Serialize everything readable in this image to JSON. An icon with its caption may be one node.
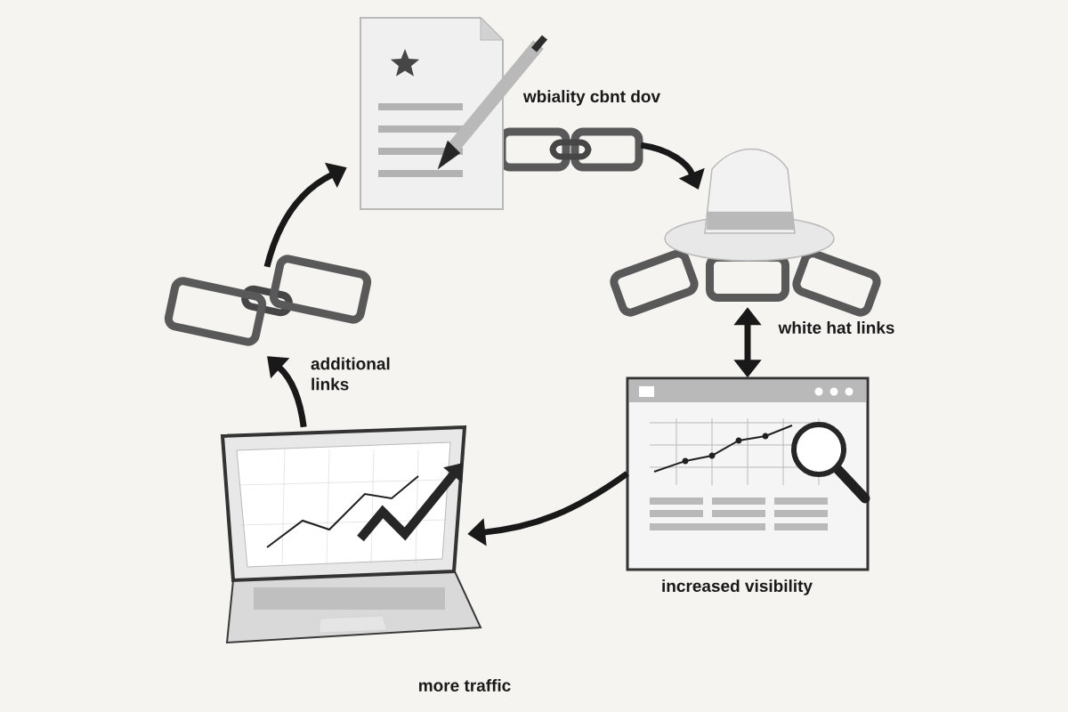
{
  "diagram": {
    "nodes": [
      {
        "text": [],
        "shape": "picture",
        "beside": [
          "wbiality cbnt dov"
        ]
      },
      {
        "text": [],
        "shape": "picture",
        "beside": [
          "white hat links"
        ]
      },
      {
        "text": [],
        "shape": "picture",
        "beside": [
          "increased visibility"
        ]
      },
      {
        "text": [],
        "shape": "picture",
        "beside": [
          "more traffic"
        ]
      },
      {
        "text": [],
        "shape": "picture",
        "beside": [
          "additional links"
        ]
      }
    ],
    "edges": [
      {
        "from": 0,
        "to": 1,
        "arrow": "to"
      },
      {
        "from": 1,
        "to": 2,
        "arrow": "both"
      },
      {
        "from": 2,
        "to": 3,
        "arrow": "to"
      },
      {
        "from": 3,
        "to": 4,
        "arrow": "to"
      },
      {
        "from": 4,
        "to": 0,
        "arrow": "to"
      }
    ]
  }
}
